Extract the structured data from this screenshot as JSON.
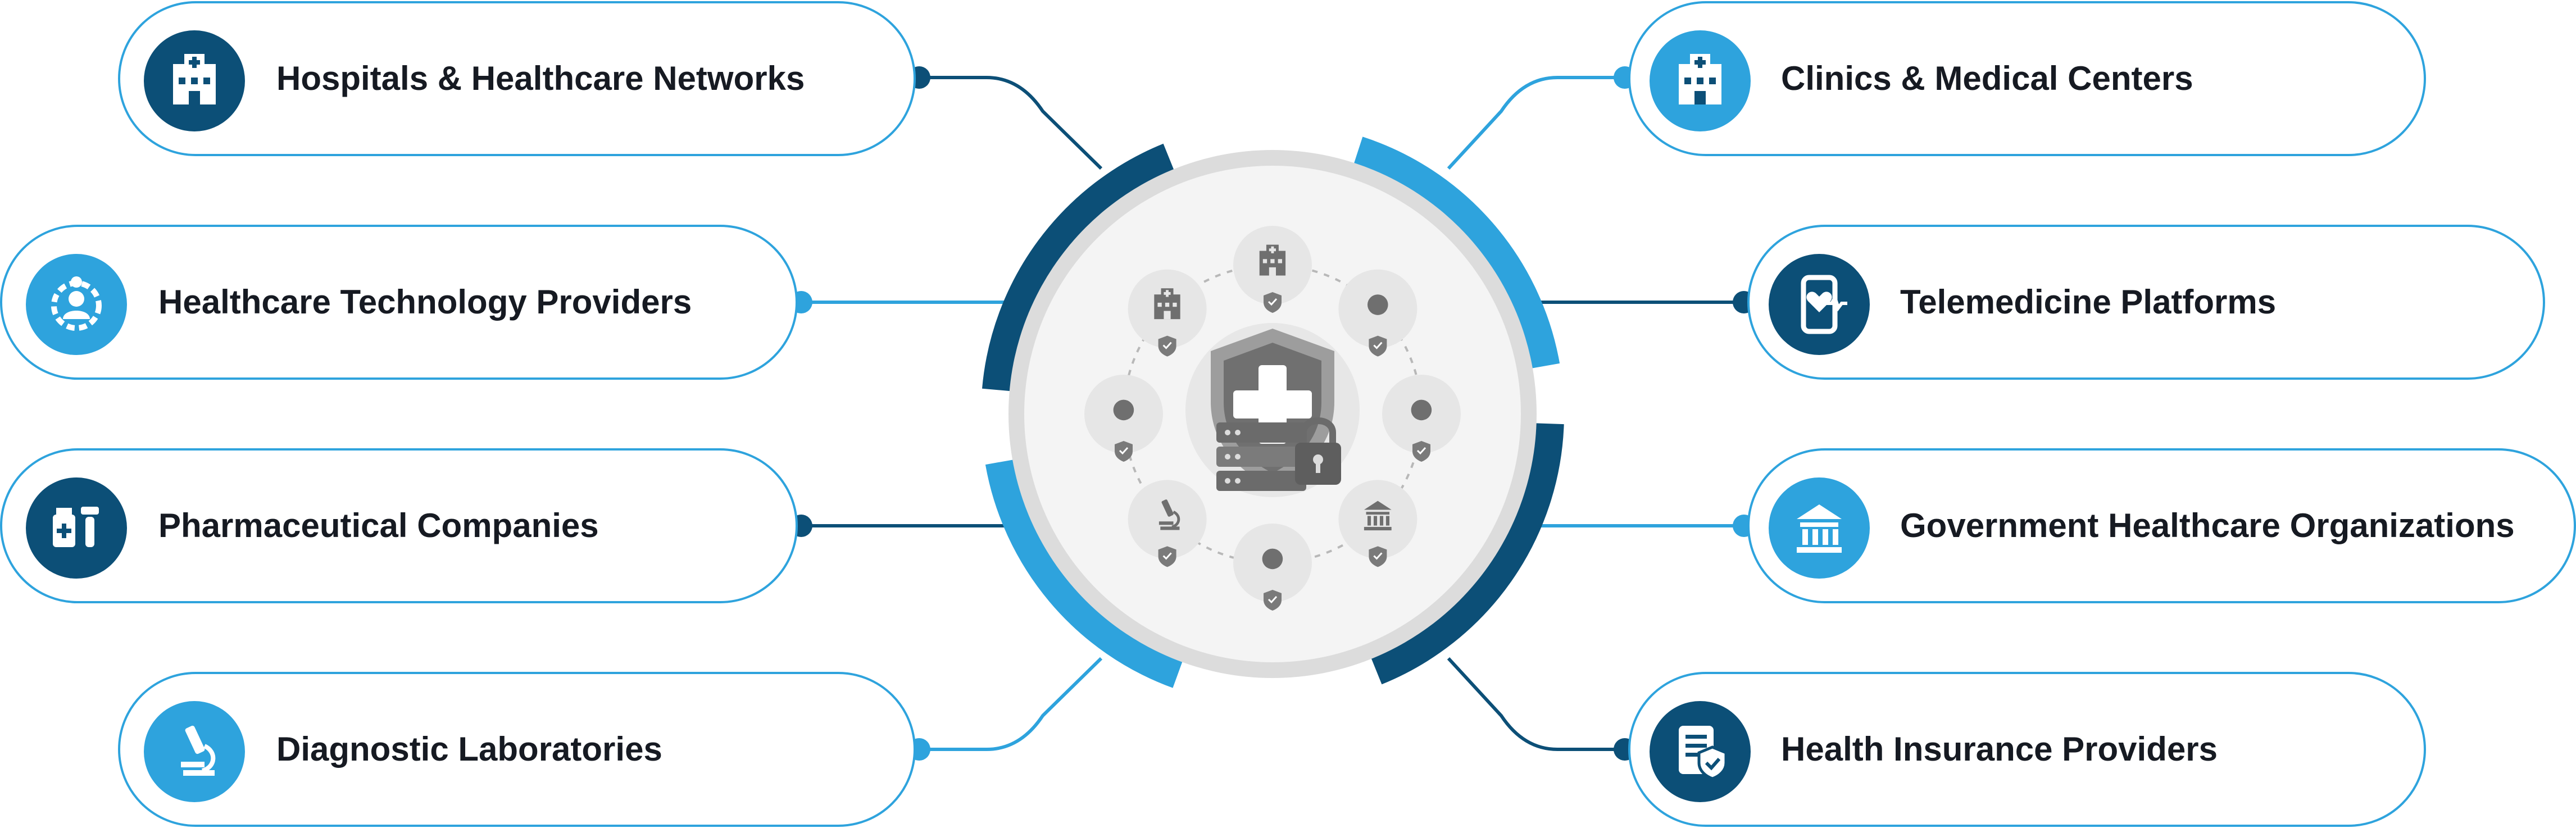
{
  "colors": {
    "dark_blue": "#0c4f77",
    "light_blue": "#2ea3dd",
    "pill_border": "#2ea3dd",
    "text": "#161a22",
    "hub_grey": "#dcdcdc"
  },
  "center_hub": {
    "central_icons": [
      "shield-medical-cross-icon",
      "server-stack-icon",
      "padlock-icon"
    ],
    "orbit_icons": [
      "hospital-building-icon",
      "monitor-heart-gear-icon",
      "smartphone-doctor-icon",
      "government-building-icon",
      "clipboard-shield-icon",
      "microscope-icon",
      "umbrella-medical-icon",
      "clinic-building-icon"
    ],
    "badge_icon": "check-shield-icon"
  },
  "stakeholders": {
    "left": [
      {
        "label": "Hospitals & Healthcare Networks",
        "icon": "hospital-building-icon",
        "accent": "dark"
      },
      {
        "label": "Healthcare Technology Providers",
        "icon": "tech-gear-user-icon",
        "accent": "light"
      },
      {
        "label": "Pharmaceutical Companies",
        "icon": "pharma-bottle-icon",
        "accent": "dark"
      },
      {
        "label": "Diagnostic Laboratories",
        "icon": "microscope-icon",
        "accent": "light"
      }
    ],
    "right": [
      {
        "label": "Clinics & Medical Centers",
        "icon": "clinic-building-icon",
        "accent": "light"
      },
      {
        "label": "Telemedicine Platforms",
        "icon": "smartphone-heart-icon",
        "accent": "dark"
      },
      {
        "label": "Government Healthcare Organizations",
        "icon": "government-building-icon",
        "accent": "light"
      },
      {
        "label": "Health Insurance Providers",
        "icon": "document-shield-icon",
        "accent": "dark"
      }
    ]
  }
}
